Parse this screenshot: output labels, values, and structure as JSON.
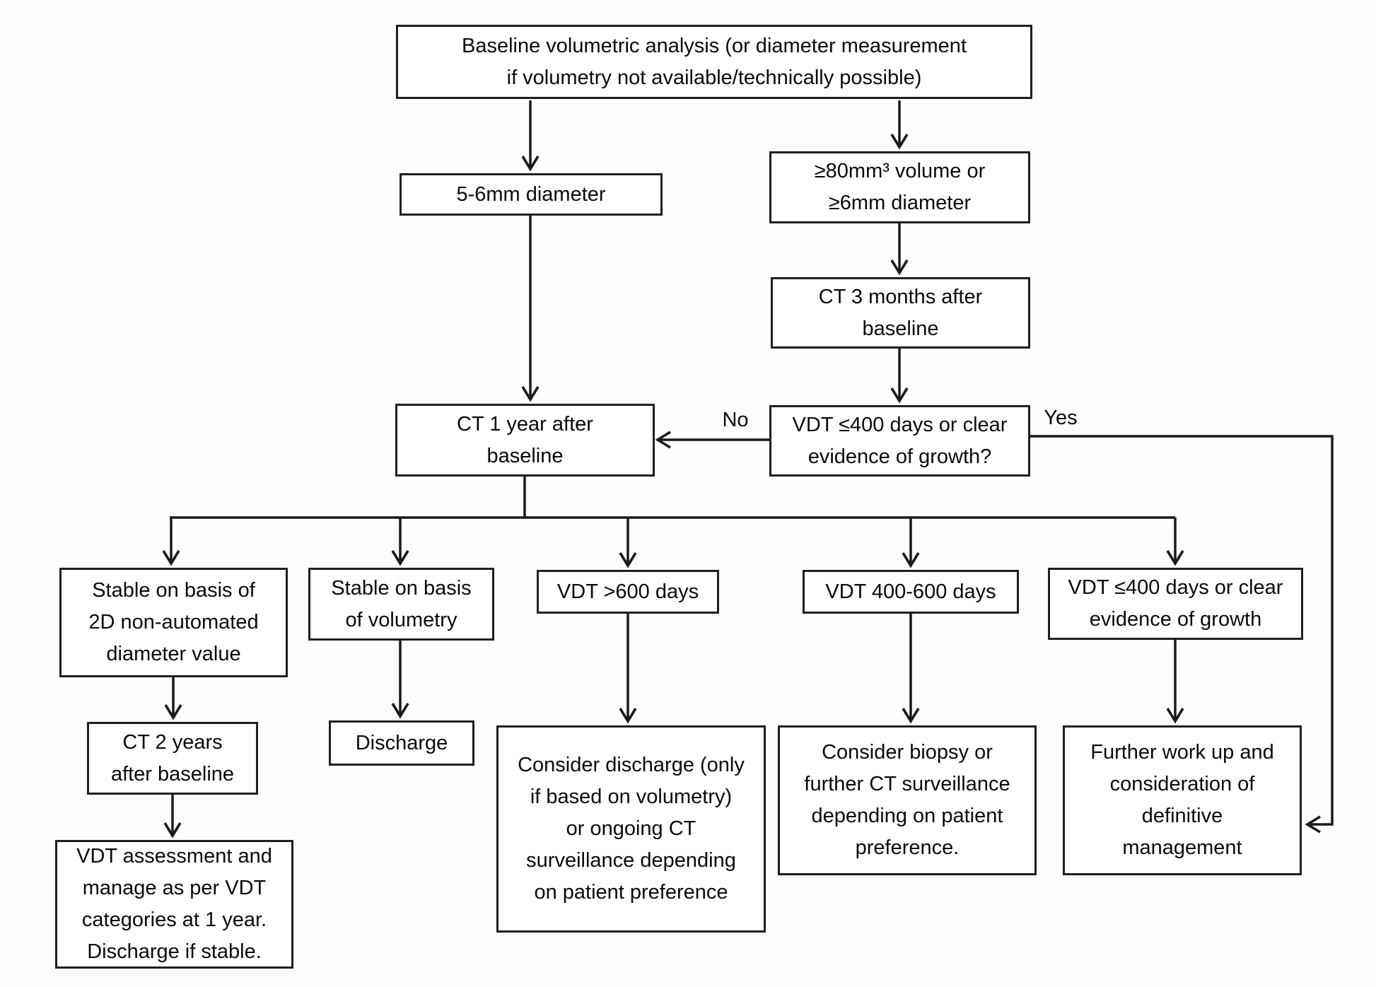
{
  "colors": {
    "background": "#fdfdfd",
    "line": "#1a1a1a",
    "box_border": "#1f1f1f",
    "box_bg": "#ffffff",
    "text": "#0a0a0a"
  },
  "nodes": {
    "baseline": "Baseline volumetric analysis (or diameter measurement\nif volumetry not available/technically possible)",
    "diameter_5_6mm": "5-6mm diameter",
    "volume_80mm3": "≥80mm³ volume or\n≥6mm diameter",
    "ct_3_months": "CT 3 months after\nbaseline",
    "vdt_question": "VDT ≤400 days or clear\nevidence of growth?",
    "ct_1_year": "CT 1 year after\nbaseline",
    "stable_2d": "Stable on basis of\n2D non-automated\ndiameter value",
    "stable_volumetry": "Stable on basis\nof volumetry",
    "vdt_gt_600": "VDT >600 days",
    "vdt_400_600": "VDT 400-600 days",
    "vdt_le_400": "VDT ≤400 days or clear\nevidence of growth",
    "ct_2_years": "CT 2 years\nafter baseline",
    "vdt_assessment": "VDT assessment and\nmanage as per VDT\ncategories at 1 year.\nDischarge if stable.",
    "discharge": "Discharge",
    "consider_discharge": "Consider discharge (only\nif based on volumetry)\nor ongoing CT\nsurveillance depending\non patient preference",
    "consider_biopsy": "Consider biopsy or\nfurther CT surveillance\ndepending on patient\npreference.",
    "further_workup": "Further work up and\nconsideration of\ndefinitive\nmanagement"
  },
  "edge_labels": {
    "no": "No",
    "yes": "Yes"
  }
}
